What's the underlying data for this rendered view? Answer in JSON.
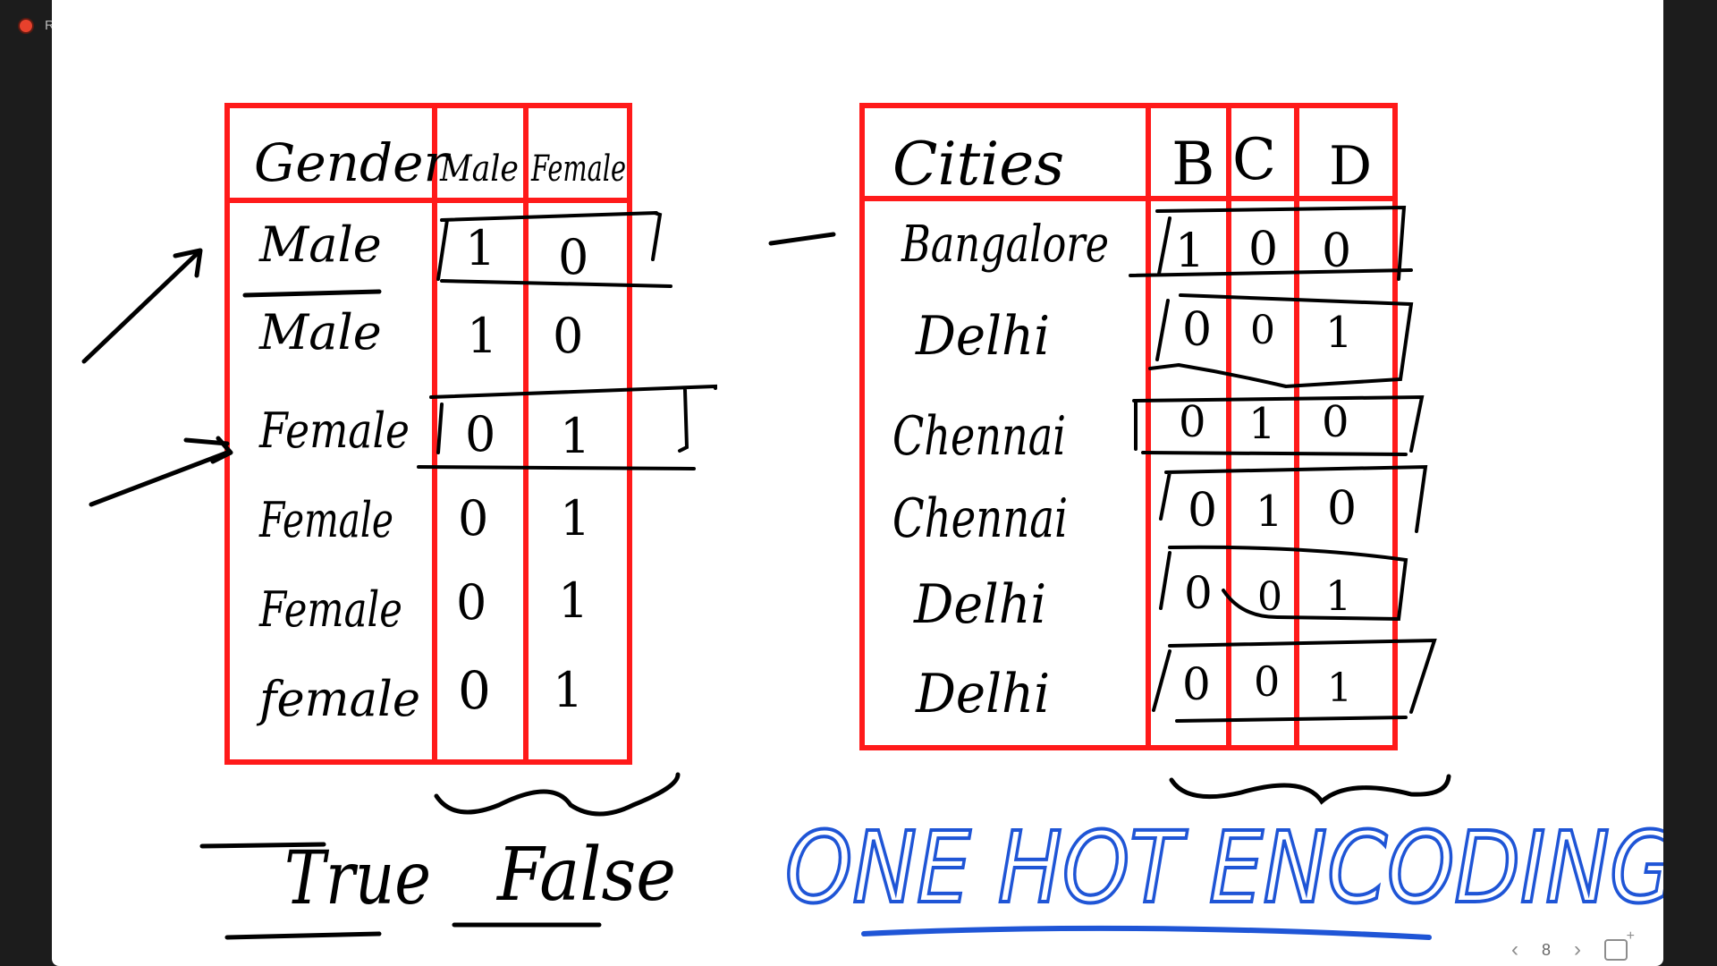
{
  "recording": {
    "label": "R"
  },
  "left_table": {
    "headers": [
      "Gender",
      "Male",
      "Female"
    ],
    "rows": [
      {
        "label": "Male",
        "values": [
          "1",
          "0"
        ]
      },
      {
        "label": "Male",
        "values": [
          "1",
          "0"
        ]
      },
      {
        "label": "Female",
        "values": [
          "0",
          "1"
        ]
      },
      {
        "label": "Female",
        "values": [
          "0",
          "1"
        ]
      },
      {
        "label": "Female",
        "values": [
          "0",
          "1"
        ]
      },
      {
        "label": "female",
        "values": [
          "0",
          "1"
        ]
      }
    ]
  },
  "right_table": {
    "headers": [
      "Cities",
      "B",
      "C",
      "D"
    ],
    "rows": [
      {
        "label": "Bangalore",
        "values": [
          "1",
          "0",
          "0"
        ]
      },
      {
        "label": "Delhi",
        "values": [
          "0",
          "0",
          "1"
        ]
      },
      {
        "label": "Chennai",
        "values": [
          "0",
          "1",
          "0"
        ]
      },
      {
        "label": "Chennai",
        "values": [
          "0",
          "1",
          "0"
        ]
      },
      {
        "label": "Delhi",
        "values": [
          "0",
          "0",
          "1"
        ]
      },
      {
        "label": "Delhi",
        "values": [
          "0",
          "0",
          "1"
        ]
      }
    ]
  },
  "notes": {
    "true_label": "True",
    "false_label": "False",
    "title": "ONE HOT ENCODING"
  },
  "pager": {
    "prev_icon": "chevron-left-icon",
    "next_icon": "chevron-right-icon",
    "page": "8",
    "share_icon": "share-icon"
  },
  "colors": {
    "table_border": "#ff1a1a",
    "ink": "#000000",
    "title_ink": "#1f55d6"
  }
}
